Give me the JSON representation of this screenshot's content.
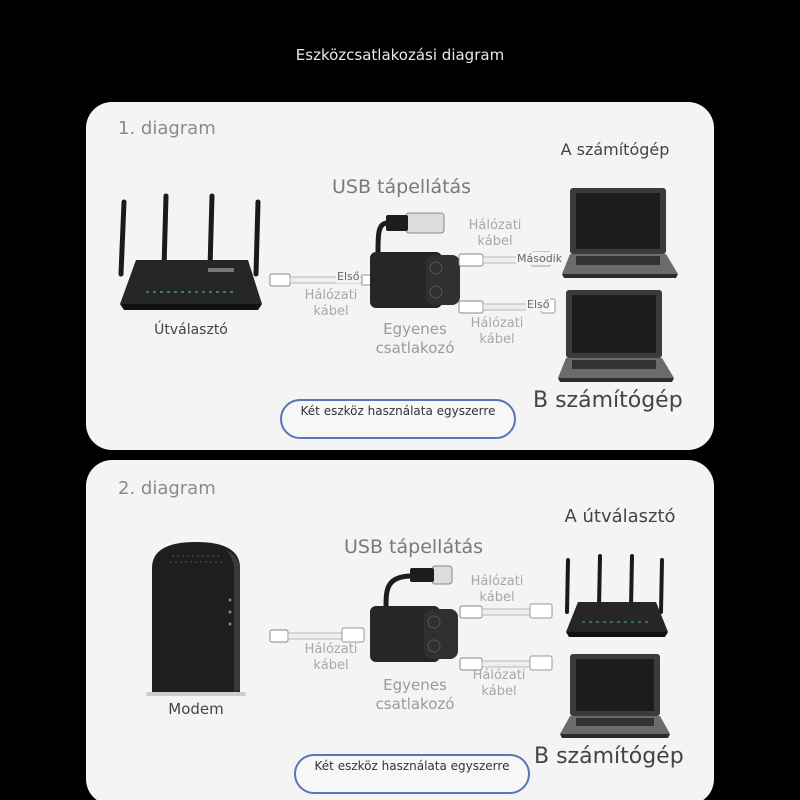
{
  "page": {
    "title": "Eszközcsatlakozási diagram"
  },
  "diagram1": {
    "title": "1. diagram",
    "usb_label": "USB tápellátás",
    "router_label": "Útválasztó",
    "cable_label_in": "Hálózati kábel",
    "cable_label_out1": "Hálózati kábel",
    "cable_label_out2": "Hálózati kábel",
    "connector_label": "Egyenes csatlakozó",
    "tag_first": "Első",
    "tag_second": "Második",
    "tag_first_out": "Első",
    "computer_a": "A számítógép",
    "computer_b": "B számítógép",
    "pill": "Két eszköz használata egyszerre"
  },
  "diagram2": {
    "title": "2. diagram",
    "usb_label": "USB tápellátás",
    "modem_label": "Modem",
    "cable_label_in": "Hálózati kábel",
    "cable_label_out1": "Hálózati kábel",
    "cable_label_out2": "Hálózati kábel",
    "connector_label": "Egyenes csatlakozó",
    "router_a": "A útválasztó",
    "computer_b": "B számítógép",
    "pill": "Két eszköz használata egyszerre"
  }
}
